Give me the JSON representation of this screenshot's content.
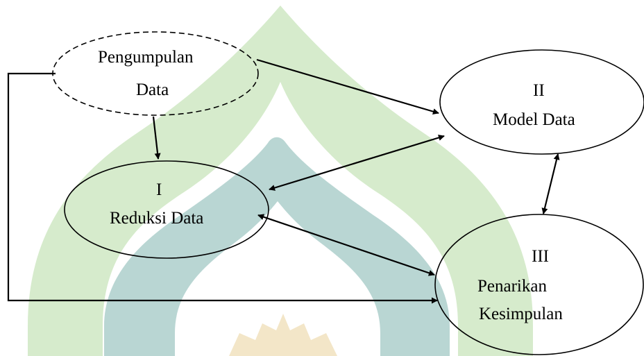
{
  "diagram": {
    "nodes": [
      {
        "id": "pengumpulan",
        "line1": "Pengumpulan",
        "line2": "Data",
        "border": "dashed"
      },
      {
        "id": "model",
        "line1": "II",
        "line2": "Model Data",
        "border": "solid"
      },
      {
        "id": "reduksi",
        "line1": "I",
        "line2": "Reduksi Data",
        "border": "solid"
      },
      {
        "id": "penarikan",
        "line1": "III",
        "line2": "Penarikan",
        "line3": "Kesimpulan",
        "border": "solid"
      }
    ],
    "edges": [
      {
        "from": "pengumpulan",
        "to": "model",
        "direction": "one-way"
      },
      {
        "from": "pengumpulan",
        "to": "reduksi",
        "direction": "one-way"
      },
      {
        "from": "model",
        "to": "reduksi",
        "direction": "two-way"
      },
      {
        "from": "model",
        "to": "penarikan",
        "direction": "two-way"
      },
      {
        "from": "reduksi",
        "to": "penarikan",
        "direction": "two-way"
      },
      {
        "from": "pengumpulan",
        "to": "penarikan",
        "direction": "one-way",
        "routing": "elbow-left-bottom"
      }
    ],
    "colors": {
      "watermark_light_green": "#d6ebcc",
      "watermark_teal": "#b9d6d3",
      "watermark_gold": "#f3e6c8",
      "stroke": "#000000"
    }
  }
}
